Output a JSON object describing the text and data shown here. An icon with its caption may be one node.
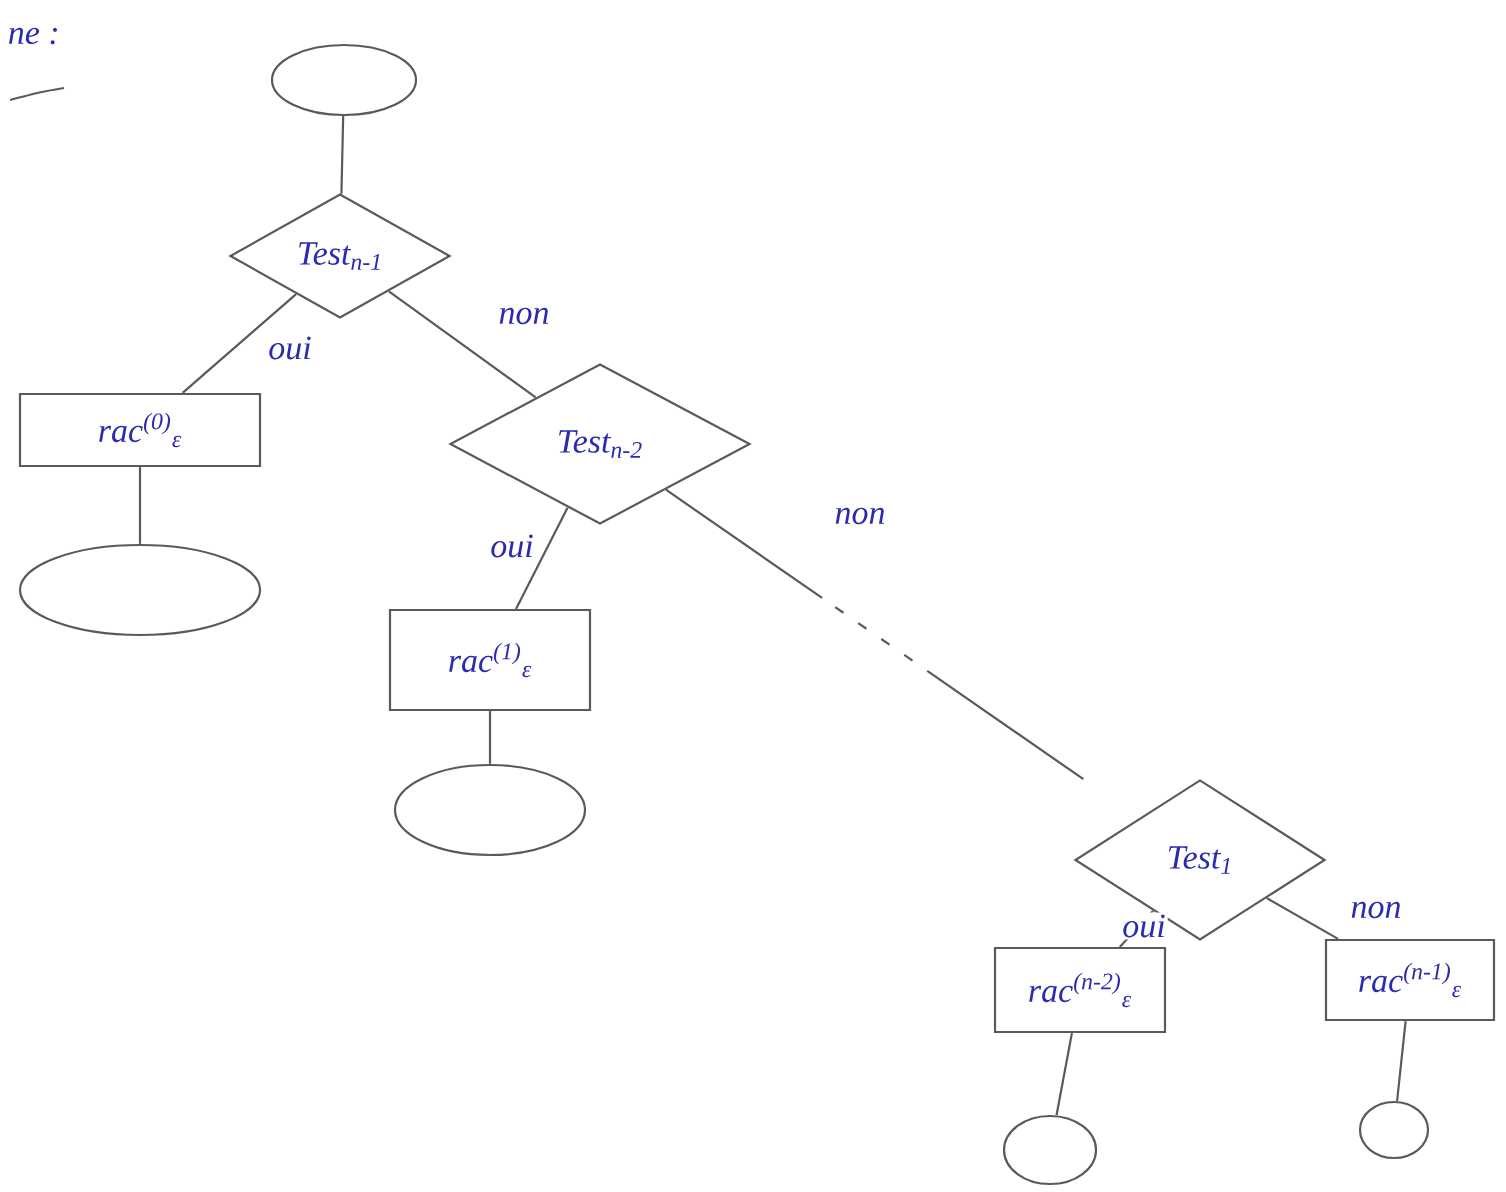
{
  "diagram": {
    "nodes": [
      {
        "text": [],
        "shape": "ellipse"
      },
      {
        "text": [
          "Test$_{n-1}$"
        ]
      },
      {
        "text": [
          "rac$^{(0)}$$_{ε}$"
        ]
      },
      {
        "text": [],
        "shape": "ellipse"
      },
      {
        "text": [
          "Test$_{n-2}$"
        ]
      },
      {
        "text": [
          "rac$^{(1)}$$_{ε}$"
        ]
      },
      {
        "text": [],
        "shape": "ellipse"
      },
      {
        "text": [
          "Test$_{1}$"
        ]
      },
      {
        "text": [
          "rac$^{(n-2)}$$_{ε}$"
        ]
      },
      {
        "text": [],
        "shape": "ellipse"
      },
      {
        "text": [
          "rac$^{(n-1)}$$_{ε}$"
        ]
      },
      {
        "text": [],
        "shape": "ellipse"
      }
    ],
    "edges": [
      {
        "from": 0,
        "to": 1,
        "arrow": "none"
      },
      {
        "from": 1,
        "to": 2,
        "arrow": "none",
        "label": "oui"
      },
      {
        "from": 1,
        "to": 4,
        "arrow": "none",
        "label": "non"
      },
      {
        "from": 2,
        "to": 3,
        "arrow": "none"
      },
      {
        "from": 4,
        "to": 5,
        "arrow": "none",
        "label": "oui"
      },
      {
        "from": 4,
        "to": 7,
        "arrow": "none",
        "label": "non",
        "style": "dashed"
      },
      {
        "from": 5,
        "to": 6,
        "arrow": "none"
      },
      {
        "from": 7,
        "to": 8,
        "arrow": "none",
        "label": "oui"
      },
      {
        "from": 7,
        "to": 10,
        "arrow": "none",
        "label": "non"
      },
      {
        "from": 8,
        "to": 9,
        "arrow": "none"
      },
      {
        "from": 10,
        "to": 11,
        "arrow": "none"
      }
    ],
    "labels": [
      "ne :"
    ]
  }
}
